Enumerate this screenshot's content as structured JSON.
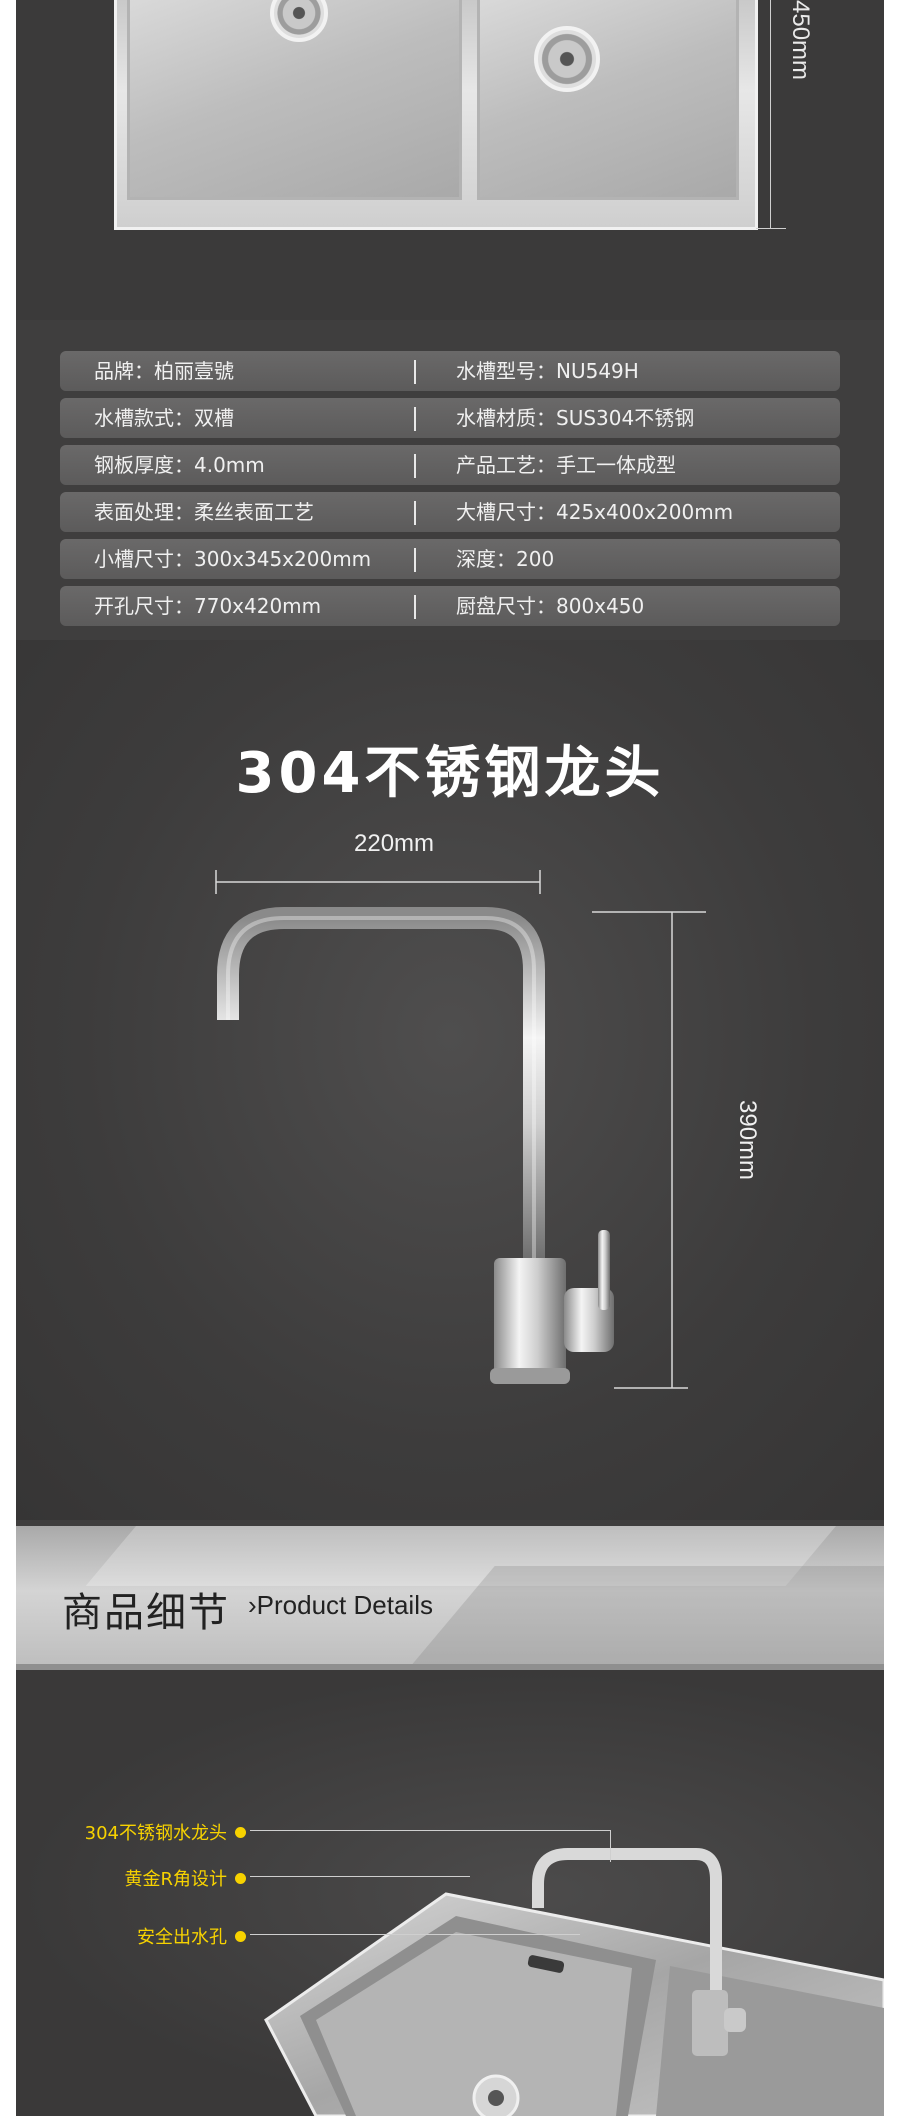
{
  "top_sink": {
    "height_dim": "450mm"
  },
  "specs": [
    {
      "left": "品牌：柏丽壹號",
      "right": "水槽型号：NU549H"
    },
    {
      "left": "水槽款式：双槽",
      "right": "水槽材质：SUS304不锈钢"
    },
    {
      "left": "钢板厚度：4.0mm",
      "right": "产品工艺：手工一体成型"
    },
    {
      "left": "表面处理：柔丝表面工艺",
      "right": "大槽尺寸：425x400x200mm"
    },
    {
      "left": "小槽尺寸：300x345x200mm",
      "right": "深度：200"
    },
    {
      "left": "开孔尺寸：770x420mm",
      "right": "厨盘尺寸：800x450"
    }
  ],
  "faucet": {
    "title": "304不锈钢龙头",
    "width_dim": "220mm",
    "height_dim": "390mm"
  },
  "details_banner": {
    "title_cn": "商品细节",
    "title_en": "Product Details",
    "arrow": "›"
  },
  "callouts": [
    {
      "label": "304不锈钢水龙头"
    },
    {
      "label": "黄金R角设计"
    },
    {
      "label": "安全出水孔"
    }
  ],
  "colors": {
    "background": "#3f3e3e",
    "spec_row": "#626161",
    "callout": "#f7d200"
  }
}
